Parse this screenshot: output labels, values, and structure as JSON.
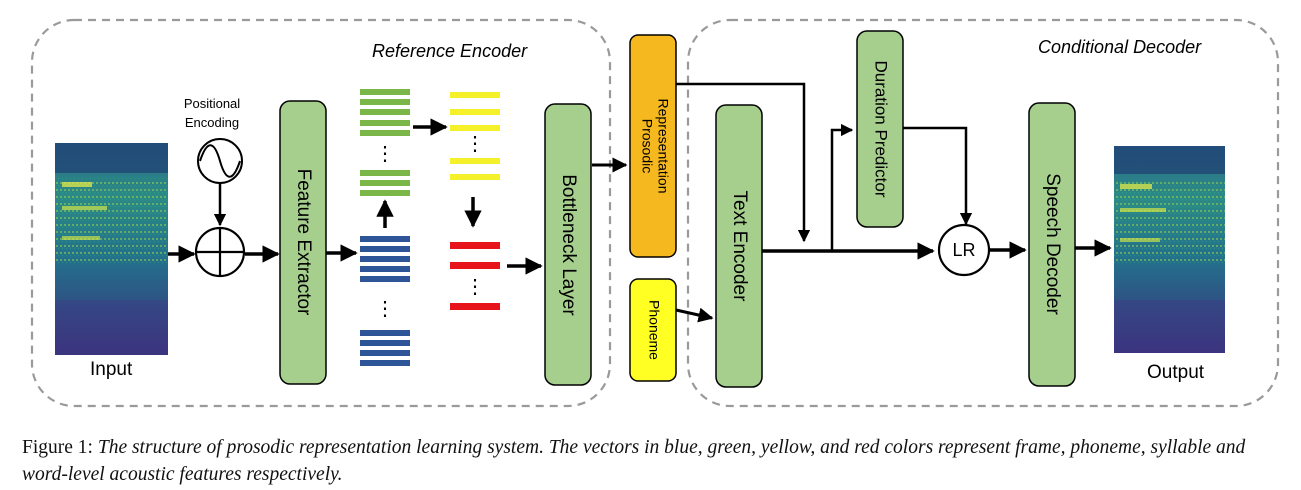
{
  "diagram": {
    "reference_encoder_label": "Reference Encoder",
    "conditional_decoder_label": "Conditional Decoder",
    "input_label": "Input",
    "output_label": "Output",
    "positional_encoding_line1": "Positional",
    "positional_encoding_line2": "Encoding",
    "feature_extractor_label": "Feature Extractor",
    "bottleneck_layer_label": "Bottleneck Layer",
    "prosodic_line1": "Prosodic",
    "prosodic_line2": "Representation",
    "phoneme_label": "Phoneme",
    "text_encoder_label": "Text Encoder",
    "duration_predictor_label": "Duration Predictor",
    "lr_label": "LR",
    "speech_decoder_label": "Speech Decoder",
    "ellipsis": "⋮"
  },
  "colors": {
    "green_block": "#a6cf8e",
    "green_vector": "#7ab648",
    "blue_vector": "#2e5597",
    "yellow_vector": "#f4f12a",
    "red_vector": "#e8141c",
    "prosodic_fill": "#f5b81f",
    "phoneme_fill": "#ffff24",
    "dashed_border": "#9a9a9a"
  },
  "caption": {
    "prefix": "Figure 1: ",
    "text": "The structure of prosodic representation learning system. The vectors in blue, green, yellow, and red colors represent frame, phoneme, syllable and word-level acoustic features respectively."
  }
}
